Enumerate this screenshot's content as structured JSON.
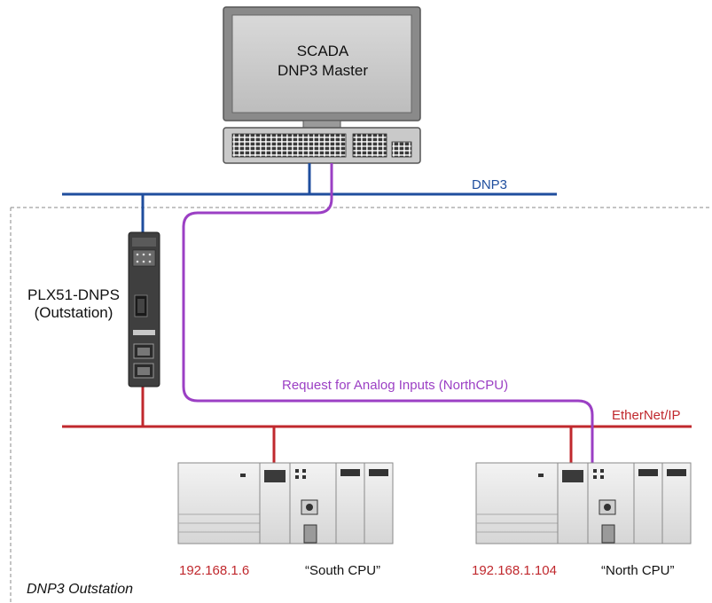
{
  "scada": {
    "line1": "SCADA",
    "line2": "DNP3 Master"
  },
  "gateway": {
    "name": "PLX51-DNPS",
    "role": "(Outstation)"
  },
  "networks": {
    "dnp3": "DNP3",
    "ethernet_ip": "EtherNet/IP"
  },
  "request_label": "Request for Analog Inputs (NorthCPU)",
  "plcs": [
    {
      "ip": "192.168.1.6",
      "name": "“South CPU”"
    },
    {
      "ip": "192.168.1.104",
      "name": "“North CPU”"
    }
  ],
  "zone_label": "DNP3 Outstation",
  "colors": {
    "dnp3_line": "#1f4e9e",
    "ethernet_line": "#c0282d",
    "request_path": "#9b3fc4",
    "ip_text": "#c0282d"
  }
}
